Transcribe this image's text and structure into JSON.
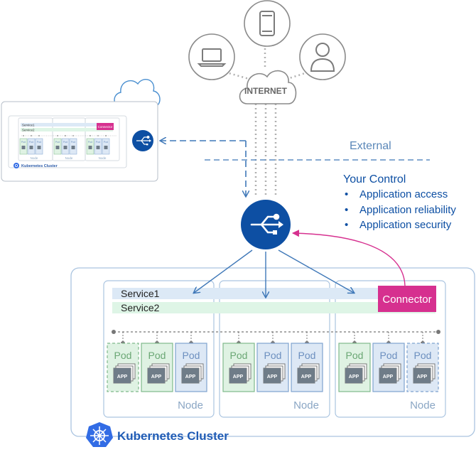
{
  "internet": {
    "label": "INTERNET"
  },
  "clients": [
    {
      "name": "laptop",
      "icon": "laptop-icon"
    },
    {
      "name": "phone",
      "icon": "phone-icon"
    },
    {
      "name": "user",
      "icon": "user-icon"
    }
  ],
  "external_label": "External",
  "control": {
    "title": "Your Control",
    "items": [
      "Application access",
      "Application reliability",
      "Application security"
    ],
    "bullet": "•"
  },
  "cluster": {
    "services": [
      "Service1",
      "Service2"
    ],
    "connector": "Connector",
    "nodes": [
      {
        "label": "Node",
        "pods": [
          "Pod",
          "Pod",
          "Pod"
        ]
      },
      {
        "label": "Node",
        "pods": [
          "Pod",
          "Pod",
          "Pod"
        ]
      },
      {
        "label": "Node",
        "pods": [
          "Pod",
          "Pod",
          "Pod"
        ]
      }
    ],
    "app_label": "APP",
    "title": "Kubernetes Cluster"
  },
  "mini_cluster": {
    "services": [
      "Service1",
      "Service2"
    ],
    "connector": "Connector",
    "pod": "Pod",
    "node": "Node",
    "title": "Kubernetes Cluster"
  },
  "colors": {
    "blue": "#0d4fa3",
    "accent_blue": "#3f78b8",
    "pink": "#d6308f",
    "service1_bg": "#dce9f6",
    "service2_bg": "#def5e6",
    "pod_green": "#dff2e3",
    "pod_blue": "#dde8f5",
    "gray": "#9b9b9b",
    "text_blue": "#5a87b8"
  }
}
